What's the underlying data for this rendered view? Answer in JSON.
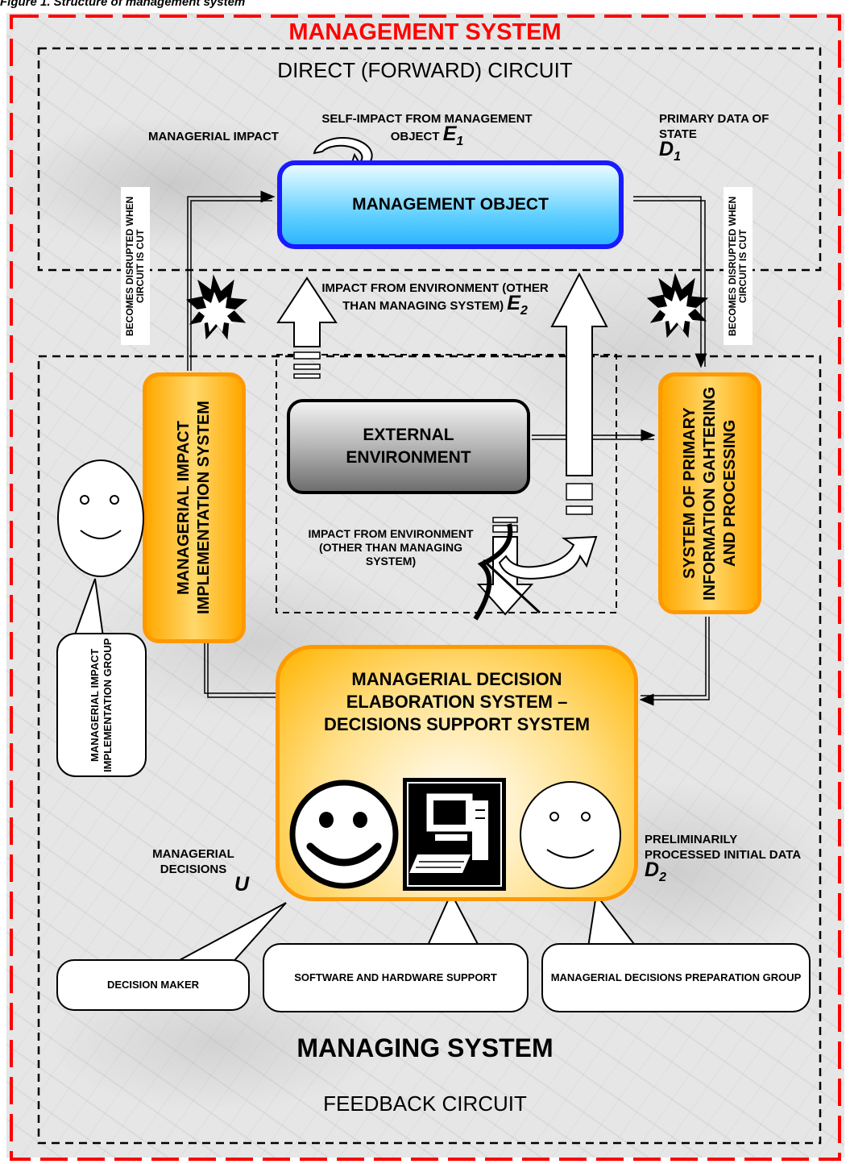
{
  "caption": "Figure 1. Structure of management system",
  "management_system_title": "MANAGEMENT SYSTEM",
  "direct_circuit_label": "DIRECT (FORWARD) CIRCUIT",
  "feedback_circuit_label": "FEEDBACK CIRCUIT",
  "managing_system_label": "MANAGING SYSTEM",
  "management_object": "MANAGEMENT OBJECT",
  "external_environment": "EXTERNAL ENVIRONMENT",
  "impact_implementation_system": "MANAGERIAL IMPACT IMPLEMENTATION SYSTEM",
  "info_gathering_system": "SYSTEM OF PRIMARY INFORMATION GAHTERING AND PROCESSING",
  "decision_elaboration_system": "MANAGERIAL DECISION ELABORATION SYSTEM – DECISIONS SUPPORT SYSTEM",
  "labels": {
    "managerial_impact": "MANAGERIAL IMPACT",
    "self_impact": "SELF-IMPACT FROM MANAGEMENT OBJECT",
    "self_impact_symbol": "E",
    "self_impact_sub": "1",
    "primary_data": "PRIMARY DATA OF STATE",
    "primary_data_symbol": "D",
    "primary_data_sub": "1",
    "impact_env_top": "IMPACT FROM ENVIRONMENT (OTHER THAN MANAGING SYSTEM)",
    "impact_env_top_symbol": "E",
    "impact_env_top_sub": "2",
    "impact_env_bottom": "IMPACT FROM ENVIRONMENT (OTHER THAN MANAGING SYSTEM)",
    "disrupted": "BECOMES DISRUPTED WHEN CIRCUIT IS CUT",
    "managerial_decisions": "MANAGERIAL DECISIONS",
    "managerial_decisions_symbol": "U",
    "preliminarily_processed": "PRELIMINARILY PROCESSED INITIAL DATA",
    "preliminarily_symbol": "D",
    "preliminarily_sub": "2"
  },
  "bubbles": {
    "implementation_group": "MANAGERIAL IMPACT IMPLEMENTATION GROUP",
    "decision_maker": "DECISION MAKER",
    "software_hardware": "SOFTWARE AND HARDWARE SUPPORT",
    "preparation_group": "MANAGERIAL DECISIONS PREPARATION GROUP"
  },
  "colors": {
    "red_border": "#ff0000",
    "object_blue": "#1a1aff",
    "orange_border": "#ff9900",
    "orange_fill": "#ffc000",
    "grey_box": "#808080"
  }
}
